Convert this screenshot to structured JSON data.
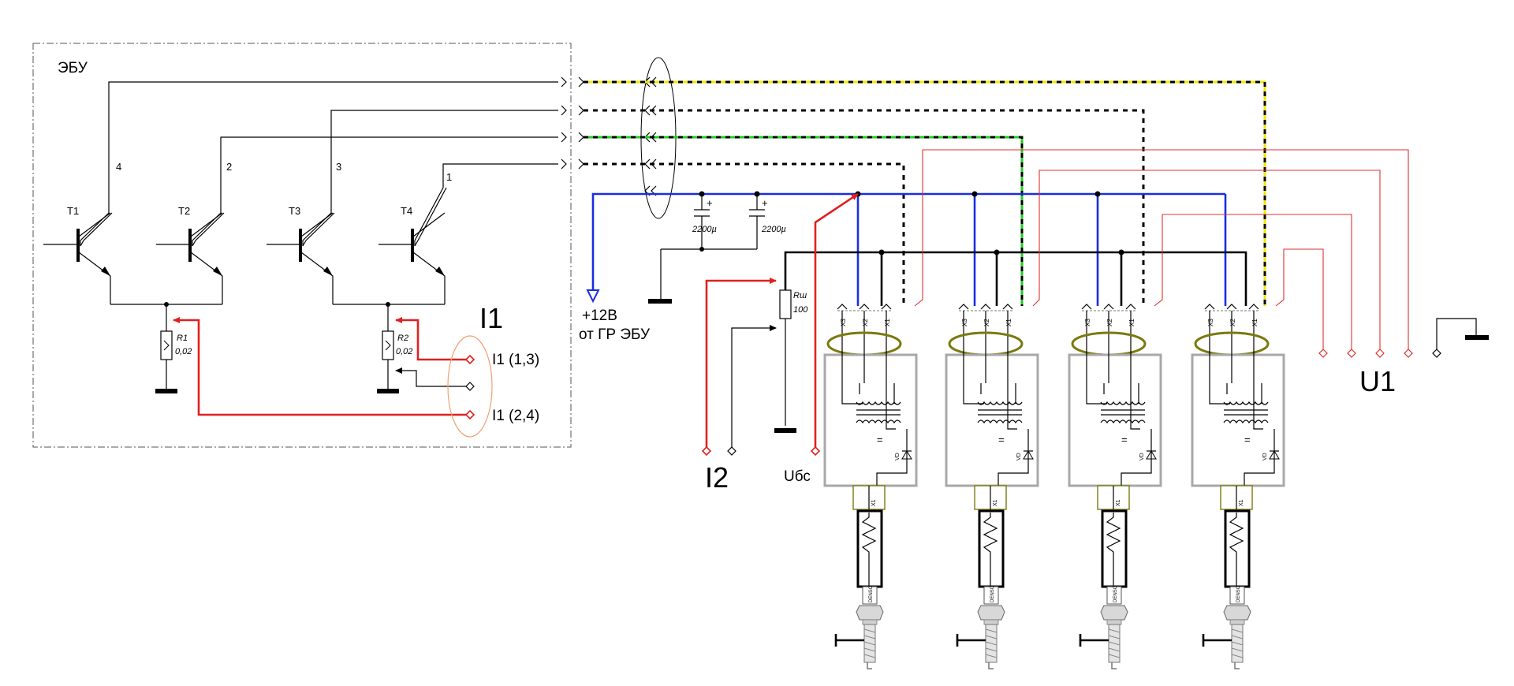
{
  "labels": {
    "ebu": "ЭБУ",
    "t1": "T1",
    "t2": "T2",
    "t3": "T3",
    "t4": "T4",
    "n4": "4",
    "n2": "2",
    "n3": "3",
    "n1": "1",
    "r1": "R1",
    "r1_val": "0,02",
    "r2": "R2",
    "r2_val": "0,02",
    "i1_big": "I1",
    "i1_13": "I1  (1,3)",
    "i1_24": "I1   (2,4)",
    "plus12": "+12В",
    "from_gr": "от ГР ЭБУ",
    "cap1": "2200µ",
    "cap2": "2200µ",
    "plus_sign": "+",
    "rsh": "Rш",
    "rsh_val": "100",
    "i2": "I2",
    "ubs": "Uбс",
    "u1": "U1",
    "x3": "X3",
    "x2": "X2",
    "x1": "X1",
    "coil_eq": "=",
    "coil_vd": "VD",
    "coil_x1": "X1",
    "plug_brand": "DENSO"
  },
  "colors": {
    "signal_red": "#e02020",
    "supply_blue": "#1a2ee0",
    "ground_black": "#000000",
    "yellow_wire": "#f2e600",
    "green_wire": "#22cc22",
    "coil_ring": "#7a7a10",
    "ellipse_orange": "#f0a070",
    "module_gray": "#a8a8a8"
  }
}
